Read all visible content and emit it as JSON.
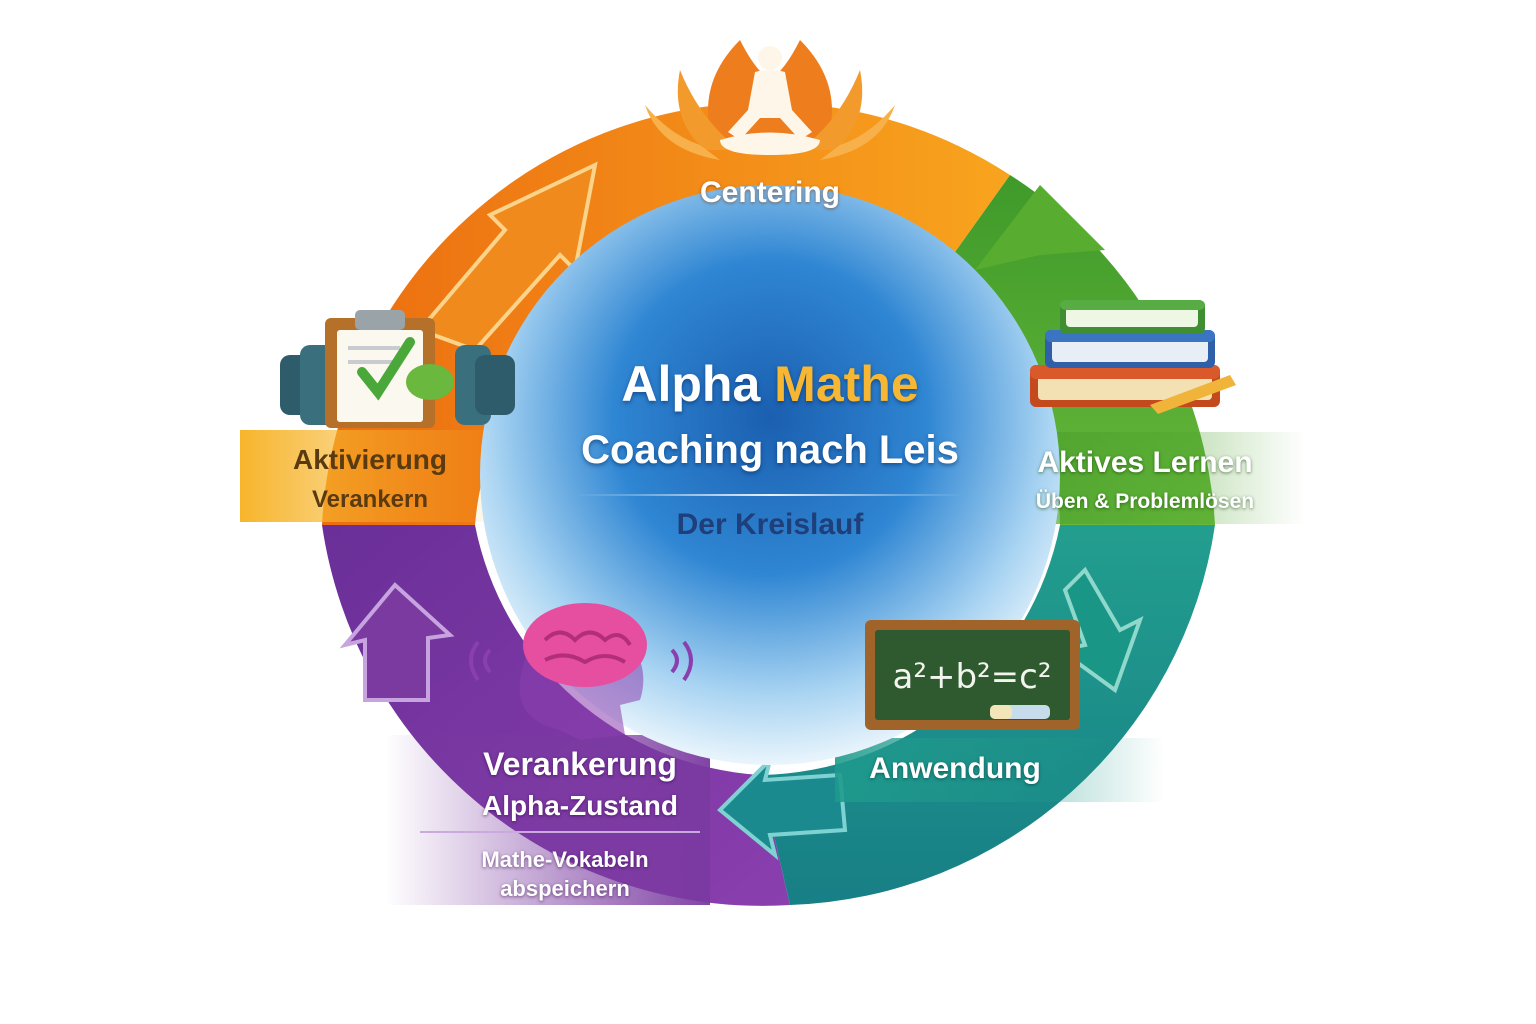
{
  "title": {
    "line1_part1": "Alpha",
    "line1_part2": "Mathe",
    "line2": "Coaching nach Leis",
    "line3": "Der Kreislauf"
  },
  "stages": {
    "centering": {
      "label": "Centering"
    },
    "aktives_lernen": {
      "label": "Aktives Lernen",
      "sublabel": "Üben & Problemlösen"
    },
    "anwendung": {
      "label": "Anwendung",
      "formula": "a²+b²=c²"
    },
    "verankerung": {
      "label": "Verankerung",
      "sublabel": "Alpha-Zustand",
      "note_line1": "Mathe-Vokabeln",
      "note_line2": "abspeichern"
    },
    "aktivierung": {
      "label": "Aktivierung",
      "sublabel": "Verankern"
    }
  },
  "colors": {
    "orange": "#f08a1c",
    "green": "#4ea22e",
    "teal": "#1f9a8c",
    "purple": "#7a3aa0",
    "yellow": "#f4a623",
    "center_blue": "#1d6fc0"
  },
  "icons": [
    "meditation-lotus-icon",
    "books-icon",
    "chalkboard-icon",
    "brain-head-icon",
    "clipboard-dumbbell-icon"
  ]
}
